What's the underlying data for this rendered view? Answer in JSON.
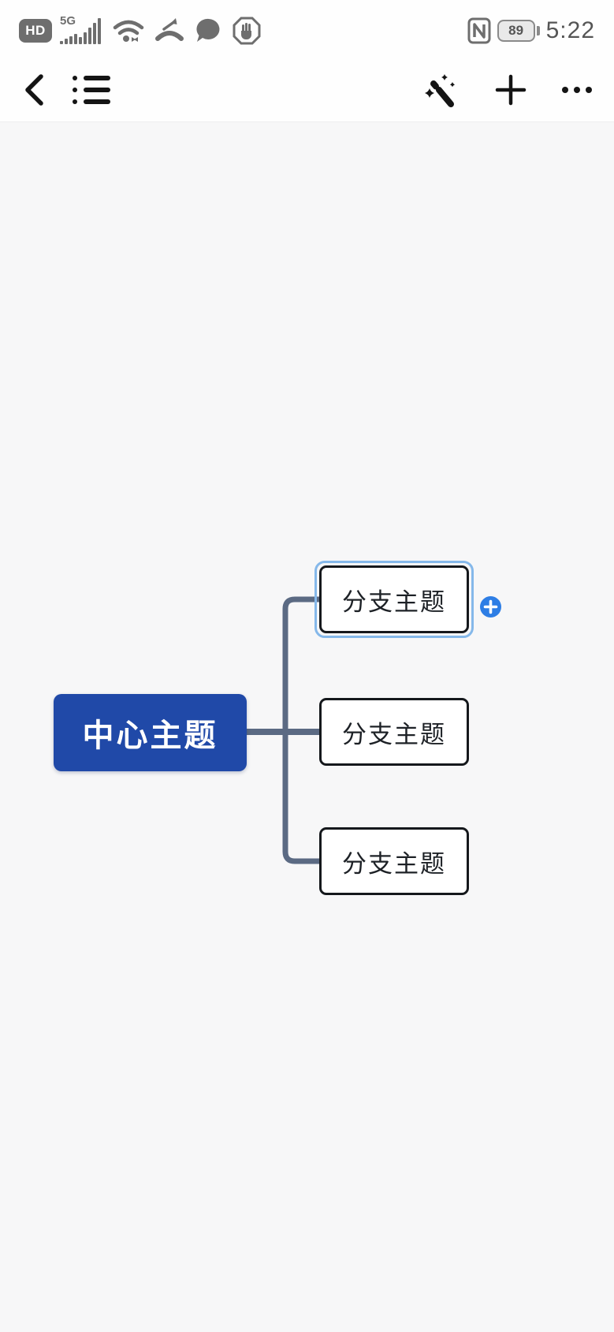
{
  "status_bar": {
    "hd_label": "HD",
    "network_label": "5G",
    "nfc_label": "N",
    "battery_percent": "89",
    "time": "5:22",
    "icons": [
      "hd-badge",
      "signal-bars-sim2",
      "signal-bars-sim1",
      "wifi-icon",
      "missed-call-icon",
      "chat-bubble-icon",
      "do-not-disturb-hand-icon",
      "nfc-icon",
      "battery-icon"
    ]
  },
  "toolbar": {
    "icons": [
      "back-chevron",
      "outline-list",
      "magic-wand",
      "add-plus",
      "more-dots"
    ]
  },
  "mindmap": {
    "central": {
      "label": "中心主题"
    },
    "branches": [
      {
        "label": "分支主题",
        "selected": true
      },
      {
        "label": "分支主题",
        "selected": false
      },
      {
        "label": "分支主题",
        "selected": false
      }
    ],
    "add_child_button": "+"
  },
  "colors": {
    "canvas_bg": "#f7f7f8",
    "header_bg": "#fefefe",
    "central_topic_bg": "#2049a8",
    "central_topic_text": "#ffffff",
    "branch_bg": "#ffffff",
    "branch_border": "#15181c",
    "branch_text": "#1d2126",
    "connector": "#5b6a83",
    "selection_ring": "#85b8ea",
    "add_button_bg": "#2e7ee5",
    "status_icon_gray": "#6e6e6e",
    "toolbar_icon": "#141414"
  }
}
